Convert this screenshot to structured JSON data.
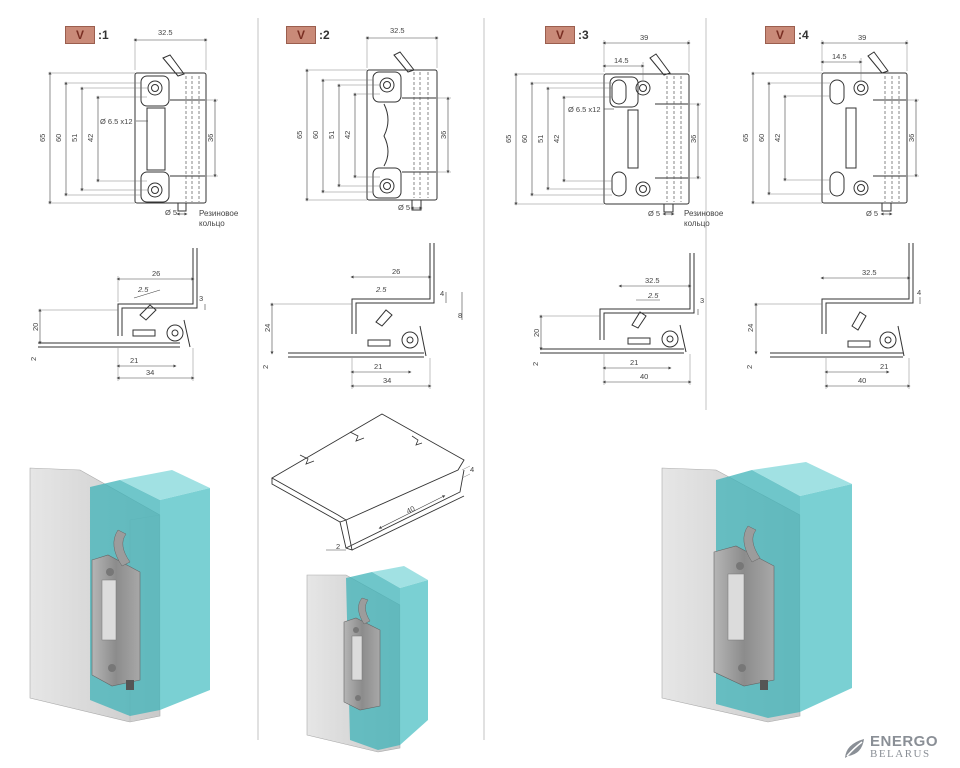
{
  "variants": [
    {
      "badge": "V",
      "label": ":1"
    },
    {
      "badge": "V",
      "label": ":2"
    },
    {
      "badge": "V",
      "label": ":3"
    },
    {
      "badge": "V",
      "label": ":4"
    }
  ],
  "front_dims": [
    {
      "width": "32.5",
      "h1": "65",
      "h2": "60",
      "h3": "51",
      "h4": "42",
      "h5": "36",
      "hole": "Ø 6.5 x12",
      "pin": "Ø 5",
      "note1": "Резиновое",
      "note2": "кольцо"
    },
    {
      "width": "32.5",
      "h1": "65",
      "h2": "60",
      "h3": "51",
      "h4": "42",
      "h5": "36",
      "pin": "Ø 5"
    },
    {
      "width": "39",
      "offset": "14.5",
      "h1": "65",
      "h2": "60",
      "h3": "51",
      "h4": "42",
      "h5": "36",
      "hole": "Ø 6.5 x12",
      "pin": "Ø 5",
      "note1": "Резиновое",
      "note2": "кольцо"
    },
    {
      "width": "39",
      "offset": "14.5",
      "h1": "65",
      "h2": "60",
      "h3": "42",
      "h5": "36",
      "pin": "Ø 5"
    }
  ],
  "side_dims": [
    {
      "top": "26",
      "angle": "2.5",
      "gap": "3",
      "h": "20",
      "base": "2",
      "inner": "21",
      "total": "34"
    },
    {
      "top": "26",
      "angle": "2.5",
      "gap": "4",
      "gap2": "8",
      "h": "24",
      "base": "2",
      "inner": "21",
      "total": "34"
    },
    {
      "top": "32.5",
      "angle": "2.5",
      "gap": "3",
      "h": "20",
      "base": "2",
      "inner": "21",
      "total": "40"
    },
    {
      "top": "32.5",
      "gap": "4",
      "h": "24",
      "base": "2",
      "inner": "21",
      "total": "40"
    }
  ],
  "sheet_dims": {
    "depth": "40",
    "lip": "4",
    "thickness": "2"
  },
  "logo": {
    "line1": "ENERGO",
    "line2": "BELARUS"
  },
  "colors": {
    "badge": "#c98a78",
    "glass": "#4fc3c8",
    "panel": "#d9d9d9",
    "metal": "#9a9a9a"
  }
}
